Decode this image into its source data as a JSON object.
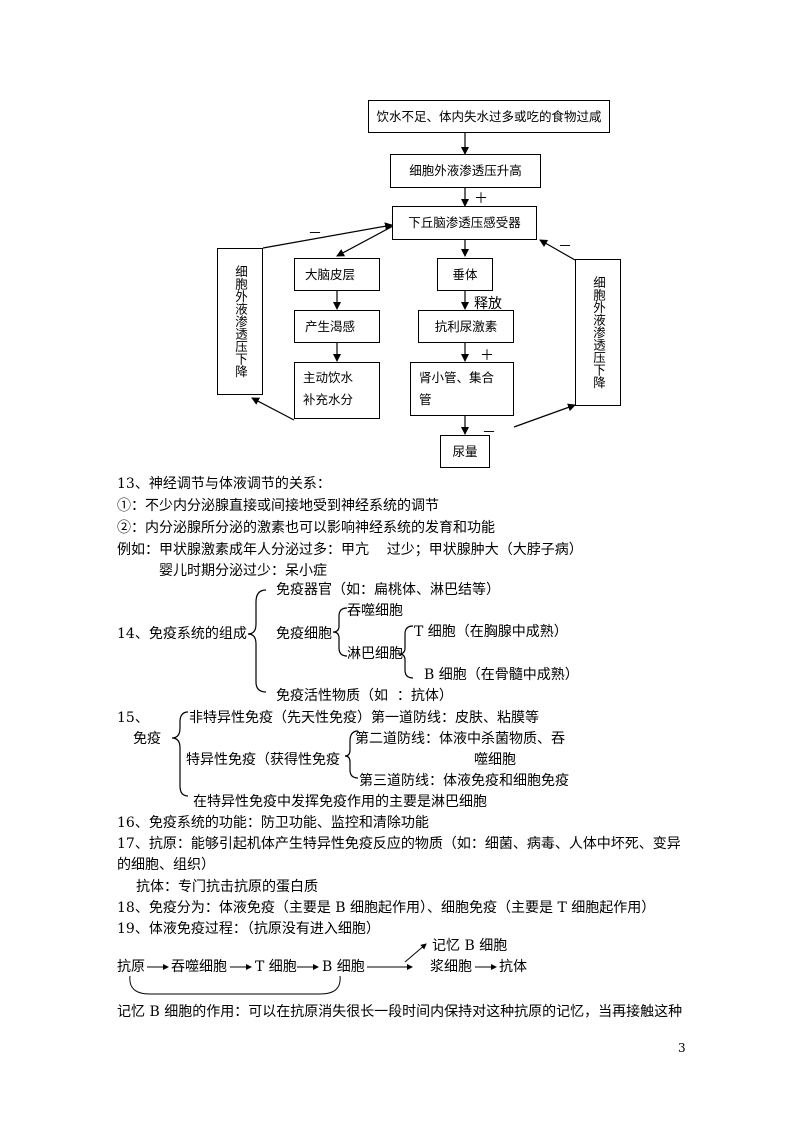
{
  "flowchart": {
    "top": "饮水不足、体内失水过多或吃的食物过咸",
    "osmo_up": "细胞外液渗透压升高",
    "receptor": "下丘脑渗透压感受器",
    "cortex": "大脑皮层",
    "thirst": "产生渴感",
    "drink": [
      "主动饮水",
      "补充水分"
    ],
    "pituitary": "垂体",
    "release": "释放",
    "adh": "抗利尿激素",
    "kidney": [
      "肾小管、集合",
      "管"
    ],
    "urine": "尿量",
    "left_side": "细胞外液渗透压下降",
    "right_side": "细胞外液渗透压下降",
    "plus": "＋",
    "minus": "－"
  },
  "s13": {
    "title": "13、神经调节与体液调节的关系：",
    "p1": "①：不少内分泌腺直接或间接地受到神经系统的调节",
    "p2": "②：内分泌腺所分泌的激素也可以影响神经系统的发育和功能",
    "ex1": "例如：甲状腺激素成年人分泌过多：甲亢    过少；甲状腺肿大（大脖子病）",
    "ex2": "婴儿时期分泌过少：呆小症"
  },
  "s14": {
    "label": "14、免疫系统的组成",
    "organ": "免疫器官（如：扁桃体、淋巴结等）",
    "cell": "免疫细胞",
    "phago": "吞噬细胞",
    "lymph": "淋巴细胞",
    "tcell": "T 细胞（在胸腺中成熟）",
    "bcell": "B 细胞（在骨髓中成熟）",
    "active": "免疫活性物质（如  ：抗体）"
  },
  "s15": {
    "num": "15、",
    "label": "免疫",
    "nonspec": "非特异性免疫（先天性免疫）第一道防线：皮肤、粘膜等",
    "spec": "特异性免疫（获得性免疫",
    "line2a": "第二道防线：体液中杀菌物质、吞",
    "line2b": "噬细胞",
    "line3": "第三道防线：体液免疫和细胞免疫",
    "note": "在特异性免疫中发挥免疫作用的主要是淋巴细胞"
  },
  "s16": "16、免疫系统的功能：防卫功能、监控和清除功能",
  "s17": {
    "a": "17、抗原：能够引起机体产生特异性免疫反应的物质（如：细菌、病毒、人体中坏死、变异",
    "b": "的细胞、组织）",
    "c": "抗体：专门抗击抗原的蛋白质"
  },
  "s18": "18、免疫分为：体液免疫（主要是 B 细胞起作用）、细胞免疫（主要是 T 细胞起作用）",
  "s19": {
    "title": "19、体液免疫过程：（抗原没有进入细胞）",
    "memory": "记忆 B 细胞",
    "antigen": "抗原",
    "phago": "吞噬细胞",
    "t": "T 细胞",
    "b": "B 细胞",
    "plasma": "浆细胞",
    "antibody": "抗体"
  },
  "last": "记忆 B 细胞的作用：可以在抗原消失很长一段时间内保持对这种抗原的记忆，当再接触这种",
  "page_number": "3"
}
